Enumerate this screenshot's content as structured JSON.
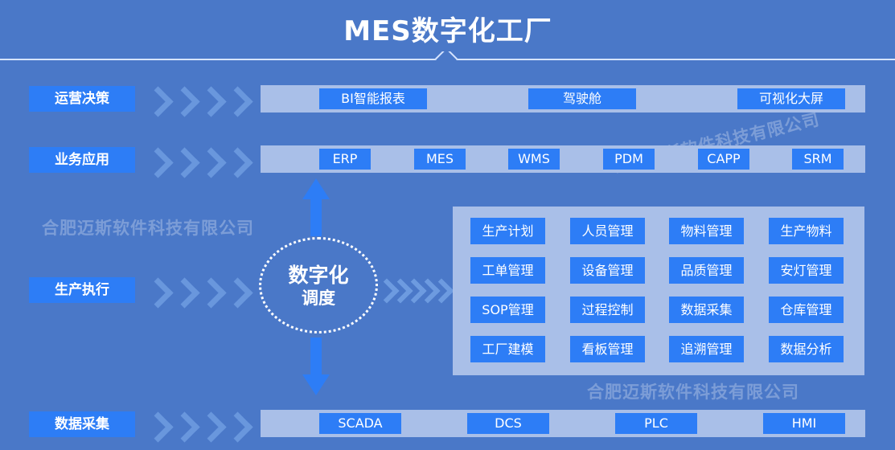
{
  "title": "MES数字化工厂",
  "rows": [
    {
      "label": "运营决策",
      "items": [
        "BI智能报表",
        "驾驶舱",
        "可视化大屏"
      ]
    },
    {
      "label": "业务应用",
      "items": [
        "ERP",
        "MES",
        "WMS",
        "PDM",
        "CAPP",
        "SRM"
      ]
    },
    {
      "label": "生产执行"
    },
    {
      "label": "数据采集",
      "items": [
        "SCADA",
        "DCS",
        "PLC",
        "HMI"
      ]
    }
  ],
  "center": {
    "line1": "数字化",
    "line2": "调度"
  },
  "modules": [
    "生产计划",
    "人员管理",
    "物料管理",
    "生产物料",
    "工单管理",
    "设备管理",
    "品质管理",
    "安灯管理",
    "SOP管理",
    "过程控制",
    "数据采集",
    "仓库管理",
    "工厂建模",
    "看板管理",
    "追溯管理",
    "数据分析"
  ],
  "watermark": "合肥迈斯软件科技有限公司",
  "colors": {
    "background": "#4a78c8",
    "accent": "#2d7df6",
    "panel": "#a9bfe8",
    "chevron": "#6d9be0"
  }
}
